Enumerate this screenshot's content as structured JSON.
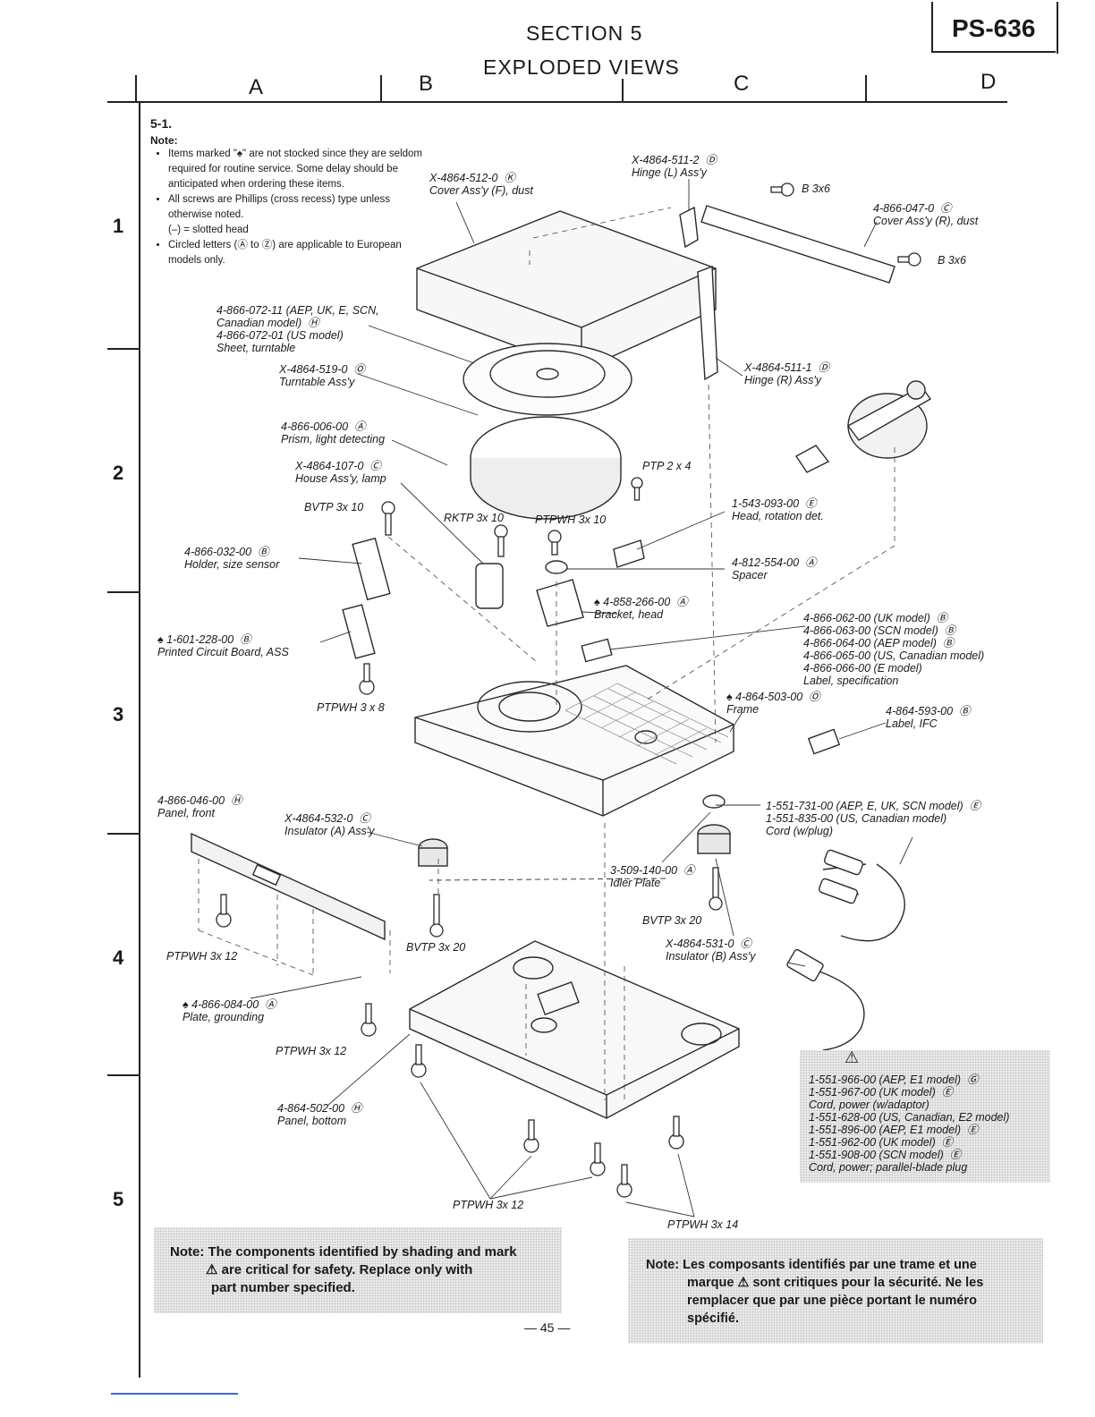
{
  "header": {
    "section": "SECTION 5",
    "title": "EXPLODED VIEWS",
    "model": "PS-636"
  },
  "grid": {
    "columns": [
      "A",
      "B",
      "C",
      "D"
    ],
    "rows": [
      "1",
      "2",
      "3",
      "4",
      "5"
    ]
  },
  "notes": {
    "number": "5-1.",
    "heading": "Note:",
    "items": [
      "Items marked \"♠\" are not stocked since they are seldom required for routine service. Some delay should be anticipated when ordering these items.",
      "All screws are Phillips (cross recess) type unless otherwise noted.\n(–) = slotted head",
      "Circled letters (Ⓐ to Ⓩ) are applicable to European models only."
    ]
  },
  "labels": [
    {
      "id": "cover-dust-f",
      "text": "X-4864-512-0  Ⓚ\nCover Ass'y (F), dust"
    },
    {
      "id": "hinge-l",
      "text": "X-4864-511-2  Ⓓ\nHinge (L) Ass'y"
    },
    {
      "id": "screw-b3x6-a",
      "text": "B 3x6"
    },
    {
      "id": "cover-dust-r",
      "text": "4-866-047-0  Ⓒ\nCover Ass'y (R), dust"
    },
    {
      "id": "screw-b3x6-b",
      "text": "B 3x6"
    },
    {
      "id": "sheet-turntable",
      "text": "4-866-072-11 (AEP, UK, E, SCN,\nCanadian model)  Ⓗ\n4-866-072-01 (US model)\nSheet, turntable"
    },
    {
      "id": "turntable",
      "text": "X-4864-519-0  Ⓞ\nTurntable Ass'y"
    },
    {
      "id": "hinge-r",
      "text": "X-4864-511-1  Ⓓ\nHinge (R) Ass'y"
    },
    {
      "id": "prism",
      "text": "4-866-006-00  Ⓐ\nPrism, light detecting"
    },
    {
      "id": "house-lamp",
      "text": "X-4864-107-0  Ⓒ\nHouse Ass'y, lamp"
    },
    {
      "id": "screw-ptp2x4",
      "text": "PTP 2 x 4"
    },
    {
      "id": "screw-bvtp3x10",
      "text": "BVTP 3x 10"
    },
    {
      "id": "screw-rktp3x10",
      "text": "RKTP 3x 10"
    },
    {
      "id": "screw-ptpwh3x10",
      "text": "PTPWH 3x 10"
    },
    {
      "id": "head-rotation",
      "text": "1-543-093-00  Ⓔ\nHead, rotation det."
    },
    {
      "id": "holder-size-sensor",
      "text": "4-866-032-00  Ⓑ\nHolder, size sensor"
    },
    {
      "id": "spacer",
      "text": "4-812-554-00  Ⓐ\nSpacer"
    },
    {
      "id": "bracket-head",
      "text": "♠ 4-858-266-00  Ⓐ\nBracket, head"
    },
    {
      "id": "label-spec",
      "text": "4-866-062-00 (UK model)  Ⓑ\n4-866-063-00 (SCN model)  Ⓑ\n4-866-064-00 (AEP model)  Ⓑ\n4-866-065-00 (US, Canadian model)\n4-866-066-00 (E model)\nLabel, specification"
    },
    {
      "id": "pcb",
      "text": "♠ 1-601-228-00  Ⓑ\nPrinted Circuit Board, ASS"
    },
    {
      "id": "frame",
      "text": "♠ 4-864-503-00  Ⓞ\nFrame"
    },
    {
      "id": "label-ifc",
      "text": "4-864-593-00  Ⓑ\nLabel, IFC"
    },
    {
      "id": "screw-ptpwh3x8",
      "text": "PTPWH 3 x 8"
    },
    {
      "id": "panel-front",
      "text": "4-866-046-00  Ⓗ\nPanel, front"
    },
    {
      "id": "insulator-a",
      "text": "X-4864-532-0  Ⓒ\nInsulator (A) Ass'y"
    },
    {
      "id": "cord-plug",
      "text": "1-551-731-00 (AEP, E, UK, SCN model)  Ⓔ\n1-551-835-00 (US, Canadian model)\nCord (w/plug)"
    },
    {
      "id": "idler-plate",
      "text": "3-509-140-00  Ⓐ\nIdler Plate"
    },
    {
      "id": "screw-bvtp3x20-a",
      "text": "BVTP 3x 20"
    },
    {
      "id": "screw-bvtp3x20-b",
      "text": "BVTP 3x 20"
    },
    {
      "id": "insulator-b",
      "text": "X-4864-531-0  Ⓒ\nInsulator (B) Ass'y"
    },
    {
      "id": "screw-ptpwh3x12-a",
      "text": "PTPWH 3x 12"
    },
    {
      "id": "plate-grounding",
      "text": "♠ 4-866-084-00  Ⓐ\nPlate, grounding"
    },
    {
      "id": "screw-ptpwh3x12-b",
      "text": "PTPWH 3x 12"
    },
    {
      "id": "panel-bottom",
      "text": "4-864-502-00  Ⓗ\nPanel, bottom"
    },
    {
      "id": "screw-ptpwh3x12-c",
      "text": "PTPWH 3x 12"
    },
    {
      "id": "screw-ptpwh3x14",
      "text": "PTPWH 3x 14"
    }
  ],
  "power_cords": {
    "warning_symbol": "⚠",
    "text": "1-551-966-00 (AEP, E1 model)  Ⓖ\n1-551-967-00 (UK model)  Ⓔ\nCord, power (w/adaptor)\n1-551-628-00 (US, Canadian, E2 model)\n1-551-896-00 (AEP, E1 model)  Ⓔ\n1-551-962-00 (UK model)  Ⓔ\n1-551-908-00 (SCN model)  Ⓔ\nCord, power; parallel-blade plug"
  },
  "safety_note_en": {
    "prefix": "Note:",
    "line1": "The components identified by shading and mark",
    "line2": "are critical for safety. Replace only with",
    "line3": "part number specified."
  },
  "safety_note_fr": {
    "prefix": "Note:",
    "line1": "Les composants identifiés par une trame et une",
    "line2a": "marque",
    "line2b": "sont critiques pour la sécurité. Ne les",
    "line3": "remplacer que par une pièce portant le numéro",
    "line4": "spécifié."
  },
  "page_number": "— 45 —"
}
